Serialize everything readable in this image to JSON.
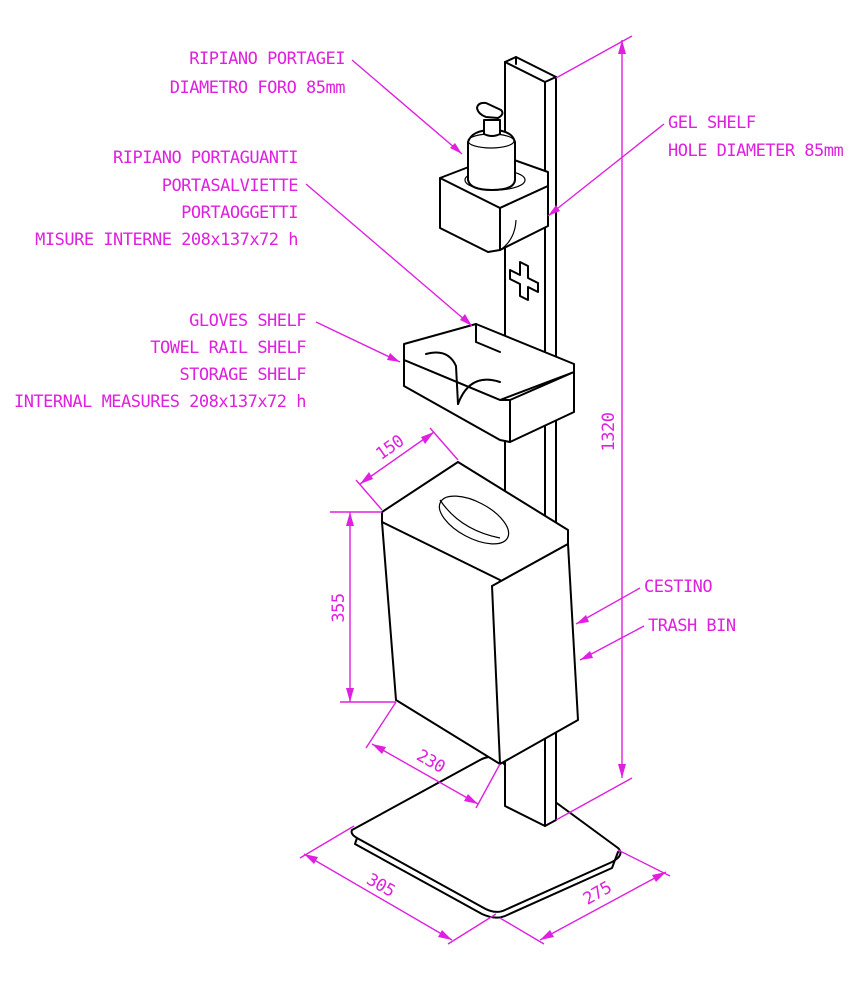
{
  "colors": {
    "annotation": "#e020e0",
    "outline": "#000000",
    "background": "#ffffff"
  },
  "labels": {
    "gel_it_1": "RIPIANO PORTAGEI",
    "gel_it_2": "DIAMETRO FORO 85mm",
    "gel_en_1": "GEL SHELF",
    "gel_en_2": "HOLE DIAMETER 85mm",
    "shelf_it_1": "RIPIANO PORTAGUANTI",
    "shelf_it_2": "PORTASALVIETTE",
    "shelf_it_3": "PORTAOGGETTI",
    "shelf_it_4": "MISURE INTERNE 208x137x72 h",
    "shelf_en_1": "GLOVES SHELF",
    "shelf_en_2": "TOWEL RAIL SHELF",
    "shelf_en_3": "STORAGE SHELF",
    "shelf_en_4": "INTERNAL MEASURES 208x137x72 h",
    "bin_it": "CESTINO",
    "bin_en": "TRASH BIN"
  },
  "dimensions": {
    "height": "1320",
    "bin_depth": "150",
    "bin_height": "355",
    "bin_width": "230",
    "base_width": "305",
    "base_depth": "275"
  },
  "icons": {
    "cross": "cross-icon",
    "dispenser": "dispenser-icon"
  }
}
